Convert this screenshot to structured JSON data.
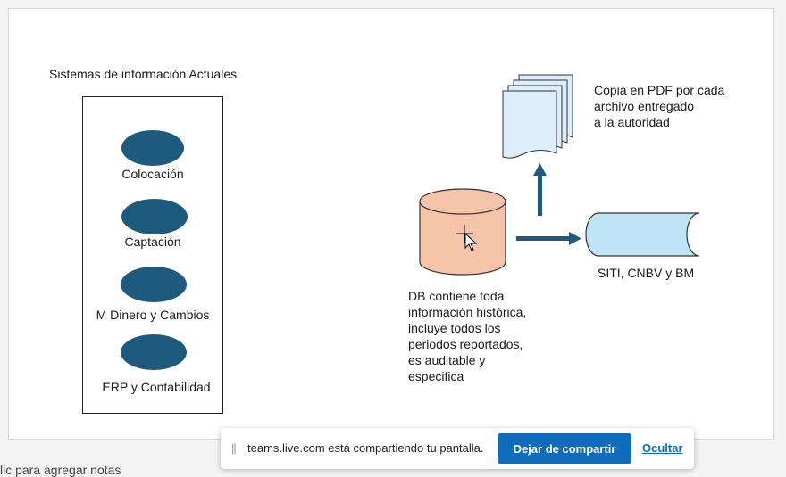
{
  "slide": {
    "title": "Sistemas de información Actuales",
    "systems": [
      {
        "label": "Colocación"
      },
      {
        "label": "Captación"
      },
      {
        "label": "M Dinero y Cambios"
      },
      {
        "label": "ERP y Contabilidad"
      }
    ],
    "db_description": [
      "DB contiene toda",
      "información histórica,",
      "incluye todos los",
      "periodos reportados,",
      "es auditable y",
      "especifica"
    ],
    "pdf_description": [
      "Copia en PDF por cada",
      "archivo entregado",
      "a la autoridad"
    ],
    "storage_label": "SITI, CNBV y BM"
  },
  "colors": {
    "ellipse_fill": "#1d5a7e",
    "db_fill": "#f4c3a8",
    "doc_fill": "#dbeef9",
    "storage_fill": "#bfe4f6",
    "arrow": "#1d5a7e",
    "button": "#0f6cbd"
  },
  "notes": {
    "hint": "lic para agregar notas"
  },
  "share_bar": {
    "message": "teams.live.com está compartiendo tu pantalla.",
    "stop_button": "Dejar de compartir",
    "hide_link": "Ocultar"
  }
}
